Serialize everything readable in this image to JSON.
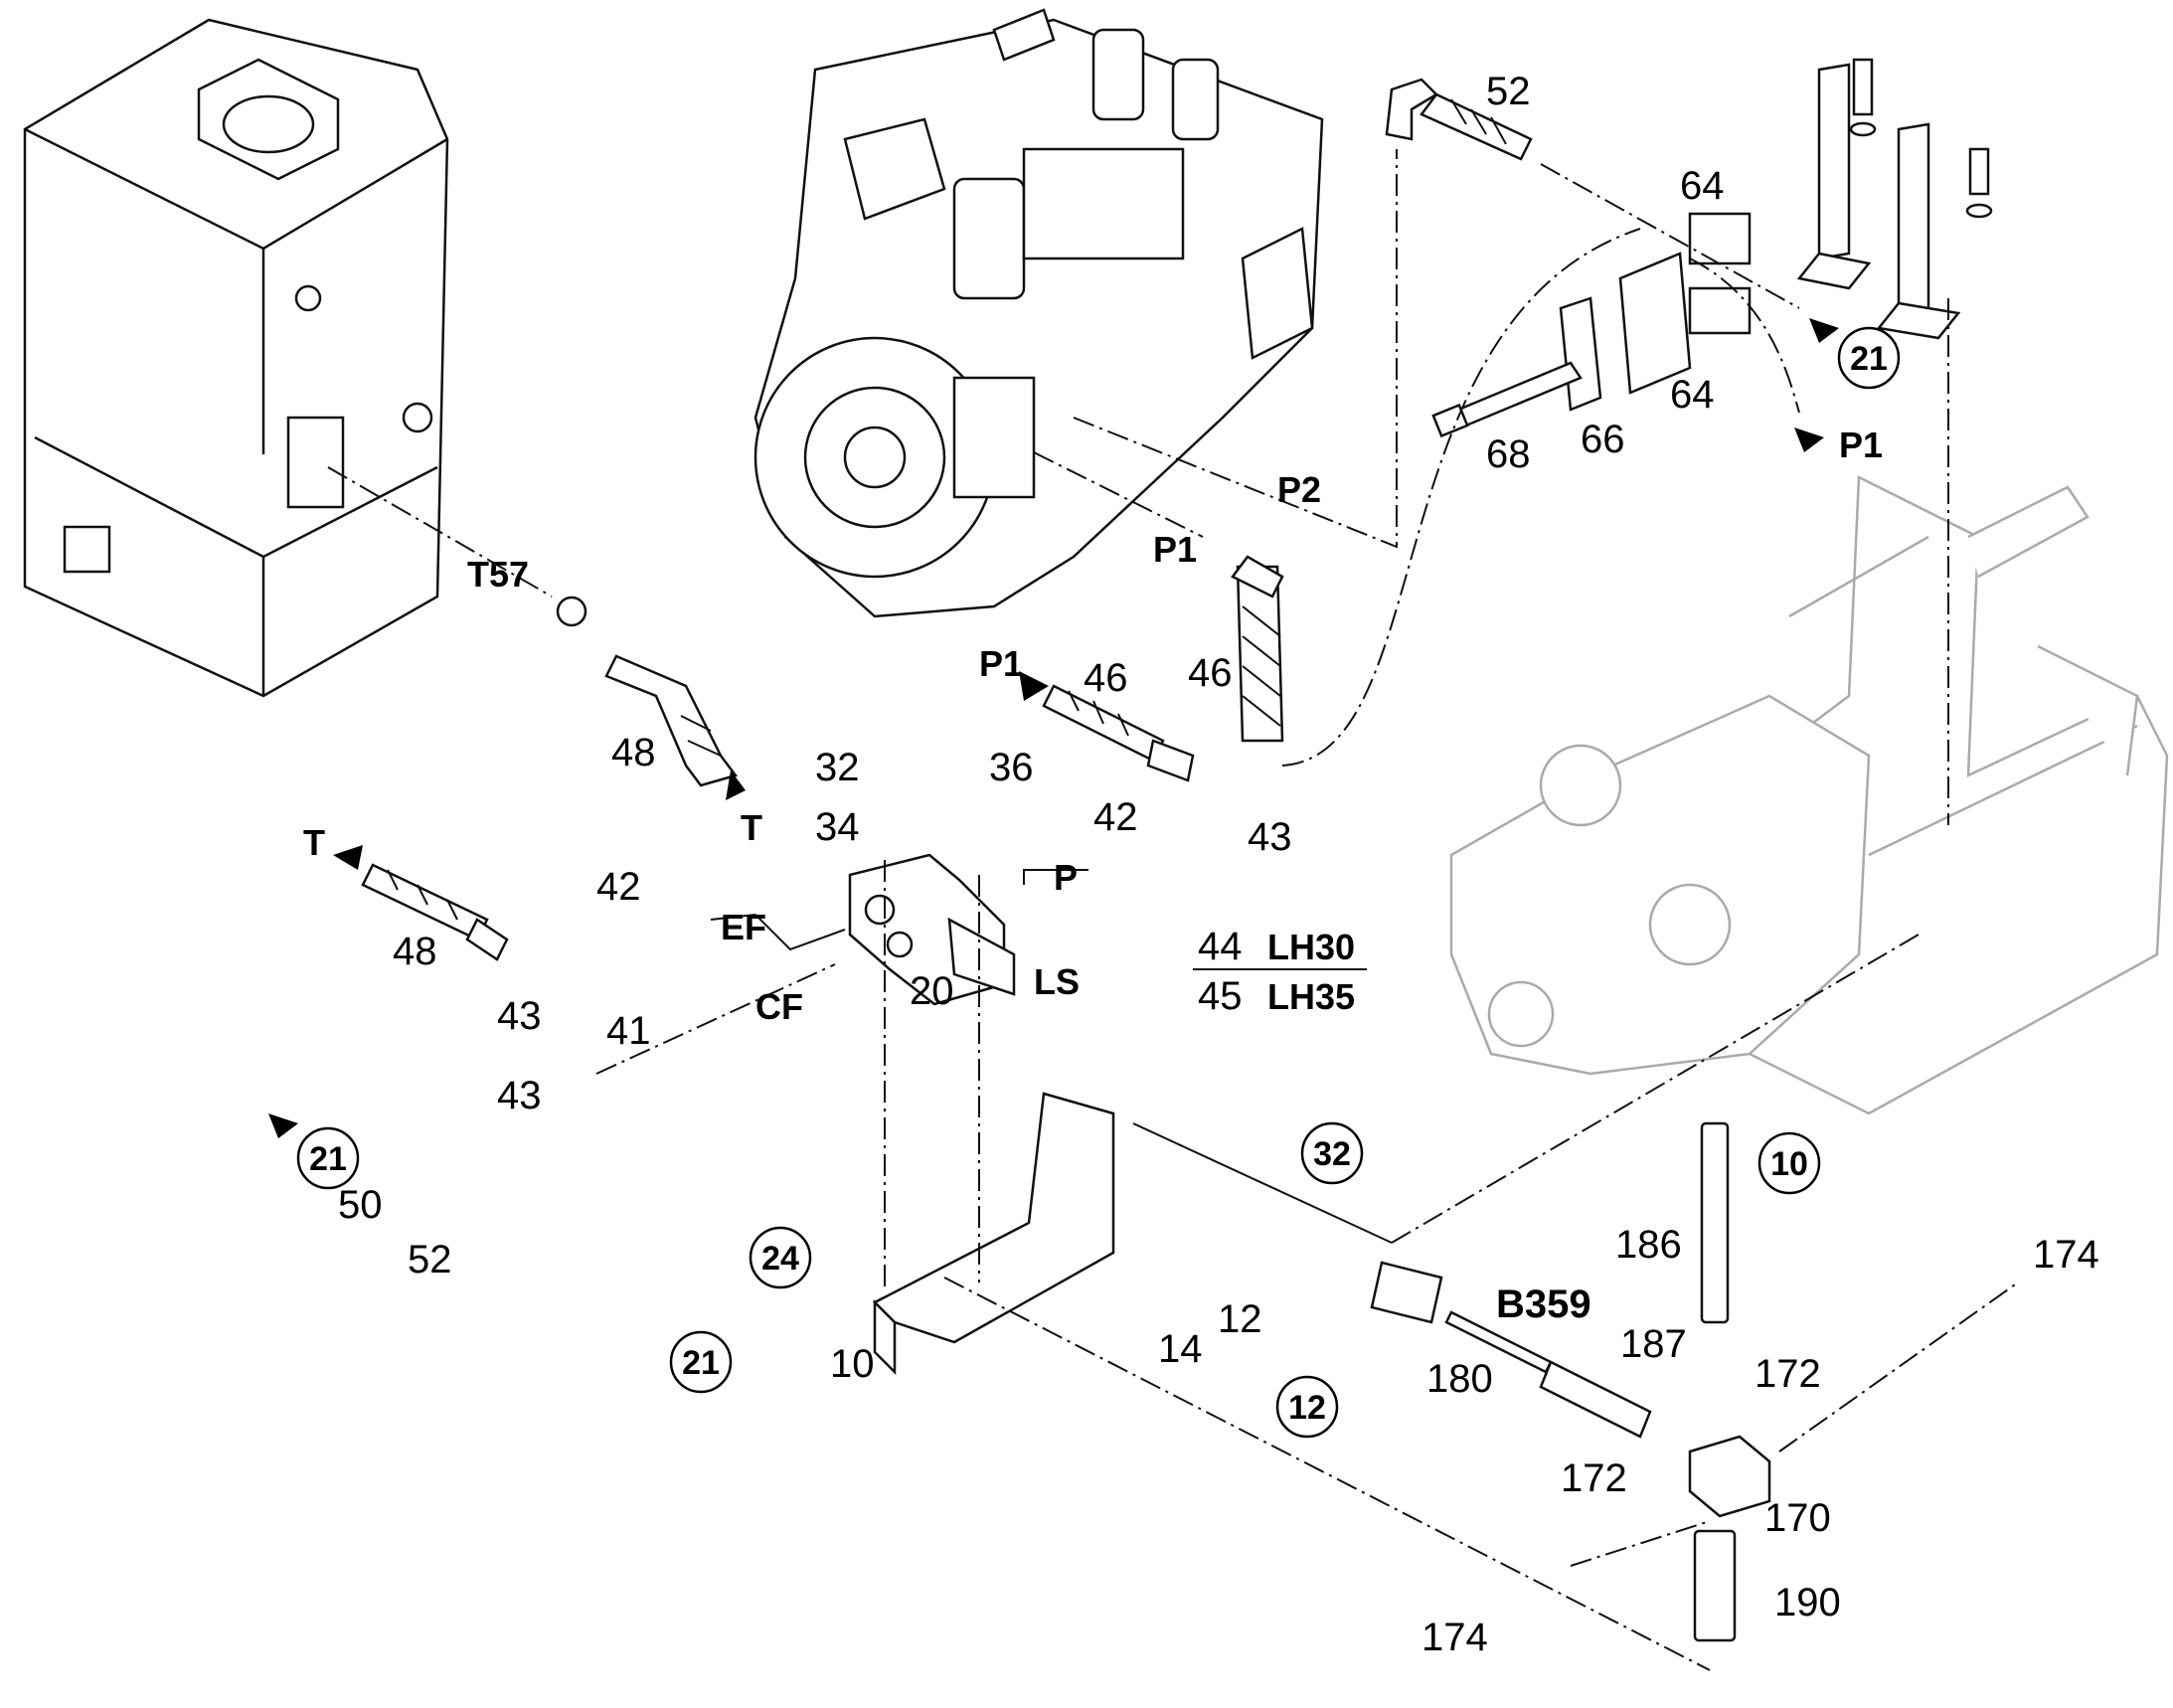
{
  "labels": {
    "l52_top": "52",
    "l64_a": "64",
    "l64_b": "64",
    "l66": "66",
    "l68": "68",
    "l46_a": "46",
    "l46_b": "46",
    "l48_a": "48",
    "l48_b": "48",
    "l32": "32",
    "l36": "36",
    "l34": "34",
    "l42_a": "42",
    "l42_b": "42",
    "l43_a": "43",
    "l43_b": "43",
    "l43_c": "43",
    "l20": "20",
    "l44": "44",
    "l45": "45",
    "l41": "41",
    "l50": "50",
    "l52_b": "52",
    "l10": "10",
    "l14": "14",
    "l12": "12",
    "l186": "186",
    "l187": "187",
    "l180": "180",
    "l172_a": "172",
    "l172_b": "172",
    "l170": "170",
    "l174_a": "174",
    "l174_b": "174",
    "l190": "190"
  },
  "codes": {
    "P2": "P2",
    "P1_a": "P1",
    "P1_b": "P1",
    "P1_c": "P1",
    "T57": "T57",
    "T_a": "T",
    "T_b": "T",
    "EF": "EF",
    "P": "P",
    "LS": "LS",
    "CF": "CF",
    "LH30": "LH30",
    "LH35": "LH35",
    "B359": "B359"
  },
  "refs": {
    "r21_a": "21",
    "r21_b": "21",
    "r21_c": "21",
    "r32": "32",
    "r24": "24",
    "r10": "10",
    "r12": "12"
  }
}
